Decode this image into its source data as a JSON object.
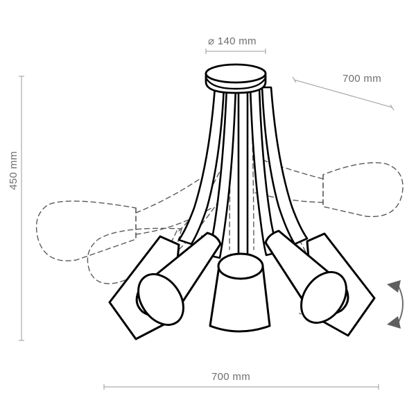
{
  "drawing": {
    "title": "ceiling-lamp-technical-dimension-drawing",
    "product": "5-arm adjustable ceiling lamp with conical shades",
    "background_color": "#ffffff",
    "outline_color": "#000000",
    "dimension_color": "#8c8c8c",
    "label_color": "#6e6e6e",
    "ghost_color": "#555555"
  },
  "dimensions": {
    "diameter": {
      "label": "⌀ 140 mm",
      "value": 140,
      "unit": "mm",
      "describes": "canopy-diameter"
    },
    "depth": {
      "label": "700 mm",
      "value": 700,
      "unit": "mm",
      "describes": "overall-depth-diagonal"
    },
    "height": {
      "label": "450 mm",
      "value": 450,
      "unit": "mm",
      "describes": "overall-height"
    },
    "width": {
      "label": "700 mm",
      "value": 700,
      "unit": "mm",
      "describes": "overall-width"
    }
  },
  "annotations": {
    "rotation_arrow": "double-headed-curved-arrow-indicating-shade-tilt-adjustment",
    "ghost_outlines": "dashed-outlines-showing-shades-swung-to-horizontal-position"
  },
  "components": {
    "canopy": "ceiling-mount-disc",
    "arms": 5,
    "shades": 5,
    "shade_shape": "truncated-cone"
  }
}
